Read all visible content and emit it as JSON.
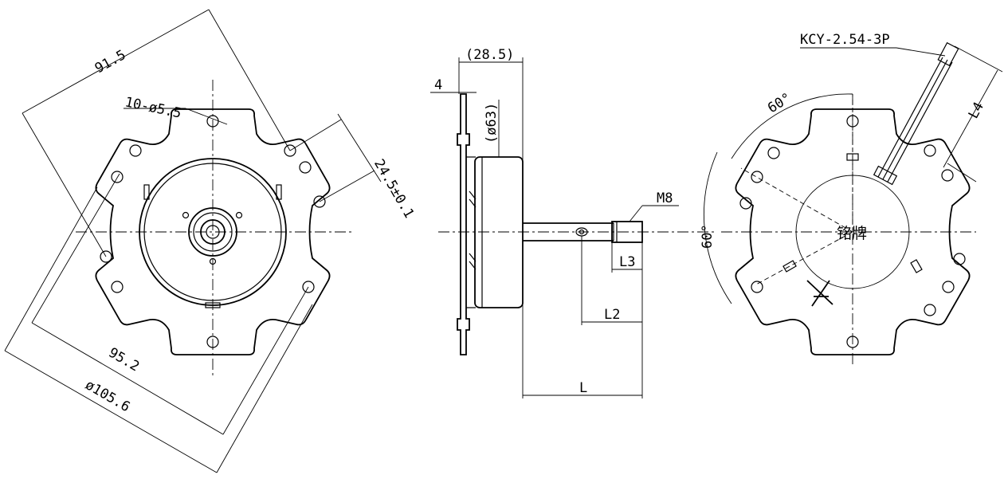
{
  "front_view": {
    "dim_mount_span": "91.5",
    "dim_holes": "10-ø5.5",
    "dim_slot": "24.5±0.1",
    "dim_inner": "95.2",
    "dim_outer": "ø105.6"
  },
  "side_view": {
    "dim_depth": "(28.5)",
    "dim_flange": "4",
    "dim_body_dia": "(ø63)",
    "dim_thread": "M8",
    "dim_l3": "L3",
    "dim_l2": "L2",
    "dim_l": "L"
  },
  "rear_view": {
    "connector": "KCY-2.54-3P",
    "dim_l4": "L4",
    "angle_top": "60°",
    "angle_left": "60°",
    "nameplate": "铭牌"
  }
}
